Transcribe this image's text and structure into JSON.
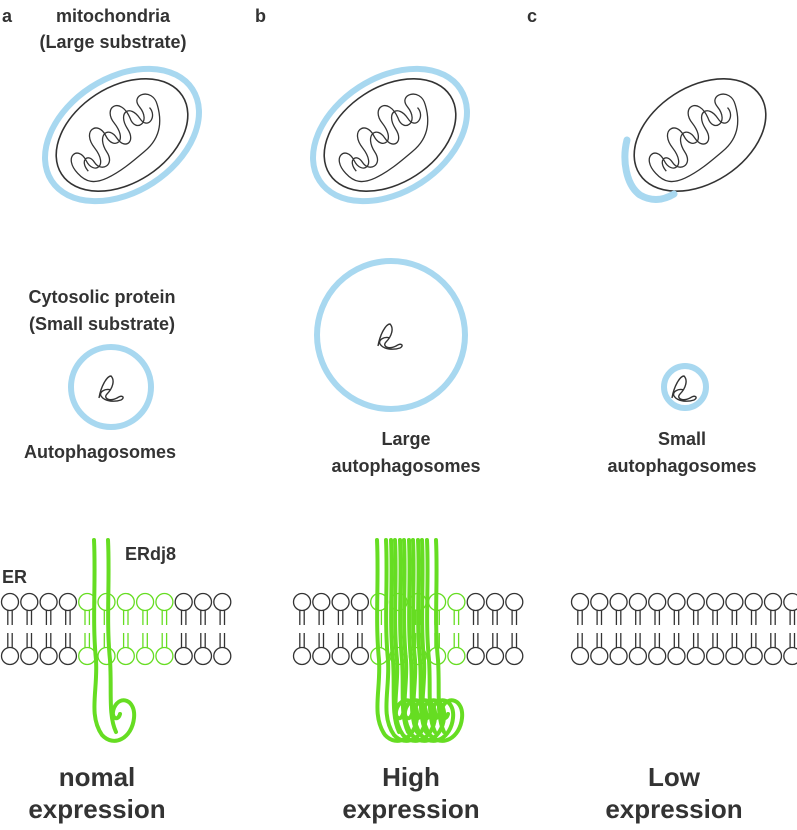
{
  "panels": {
    "a": {
      "letter": "a",
      "mito_label_1": "mitochondria",
      "mito_label_2": "(Large substrate)",
      "cyto_label_1": "Cytosolic protein",
      "cyto_label_2": "(Small substrate)",
      "auto_label": "Autophagosomes",
      "er_label": "ER",
      "erdj8_label": "ERdj8",
      "expr_1": "nomal",
      "expr_2": "expression"
    },
    "b": {
      "letter": "b",
      "auto_label_1": "Large",
      "auto_label_2": "autophagosomes",
      "expr_1": "High",
      "expr_2": "expression"
    },
    "c": {
      "letter": "c",
      "auto_label_1": "Small",
      "auto_label_2": "autophagosomes",
      "expr_1": "Low",
      "expr_2": "expression"
    }
  },
  "colors": {
    "membrane_blue": "#a8d8f0",
    "erdj8_green": "#66dd22",
    "outline": "#333333"
  }
}
